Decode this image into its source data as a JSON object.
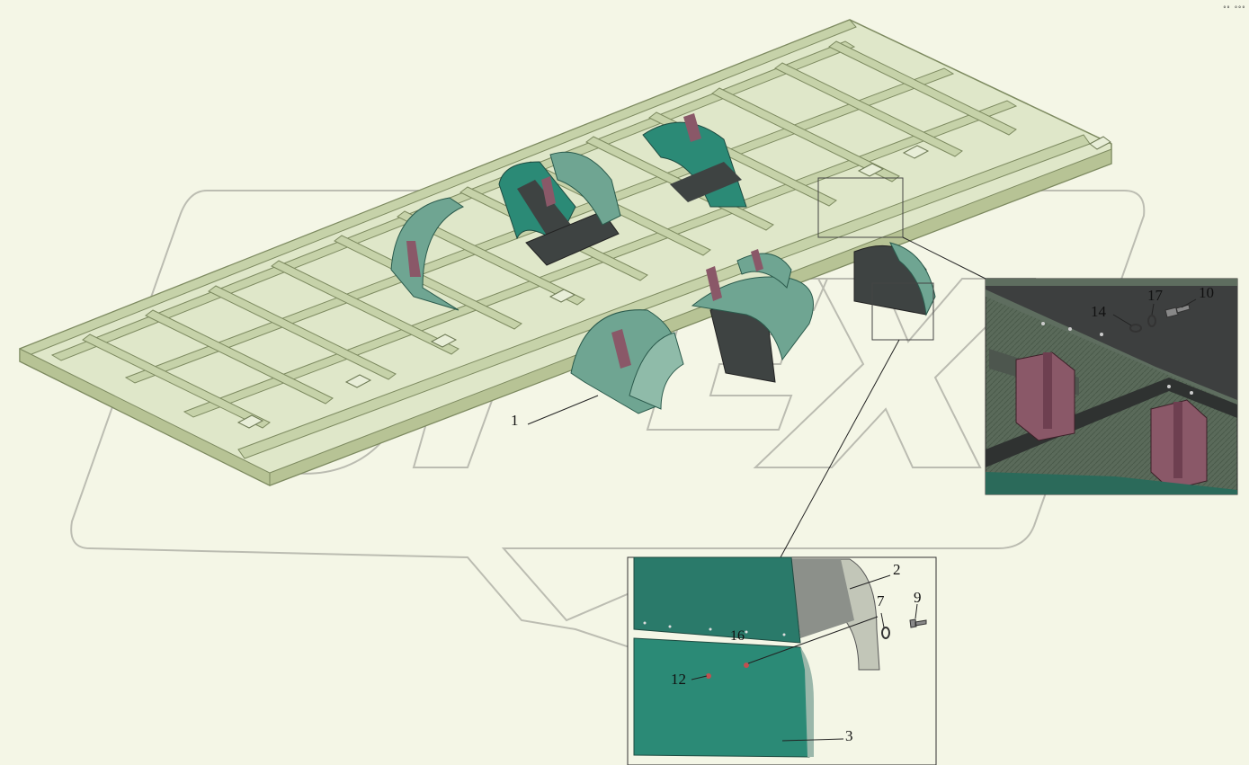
{
  "watermark": {
    "text": "OPEX"
  },
  "colors": {
    "background": "#f4f6e6",
    "frame": "#c6d2a9",
    "frame_edge": "#7d8a60",
    "fender_green": "#2b8a76",
    "fender_dark": "#3e4342",
    "bracket": "#8a5868",
    "detail_bg": "#556055"
  },
  "callouts": [
    {
      "id": "c1",
      "text": "1"
    },
    {
      "id": "c2",
      "text": "2"
    },
    {
      "id": "c3",
      "text": "3"
    },
    {
      "id": "c7",
      "text": "7"
    },
    {
      "id": "c9",
      "text": "9"
    },
    {
      "id": "c10",
      "text": "10"
    },
    {
      "id": "c12",
      "text": "12"
    },
    {
      "id": "c14",
      "text": "14"
    },
    {
      "id": "c16",
      "text": "16"
    },
    {
      "id": "c17",
      "text": "17"
    }
  ],
  "corner_mark": "°° °°°"
}
